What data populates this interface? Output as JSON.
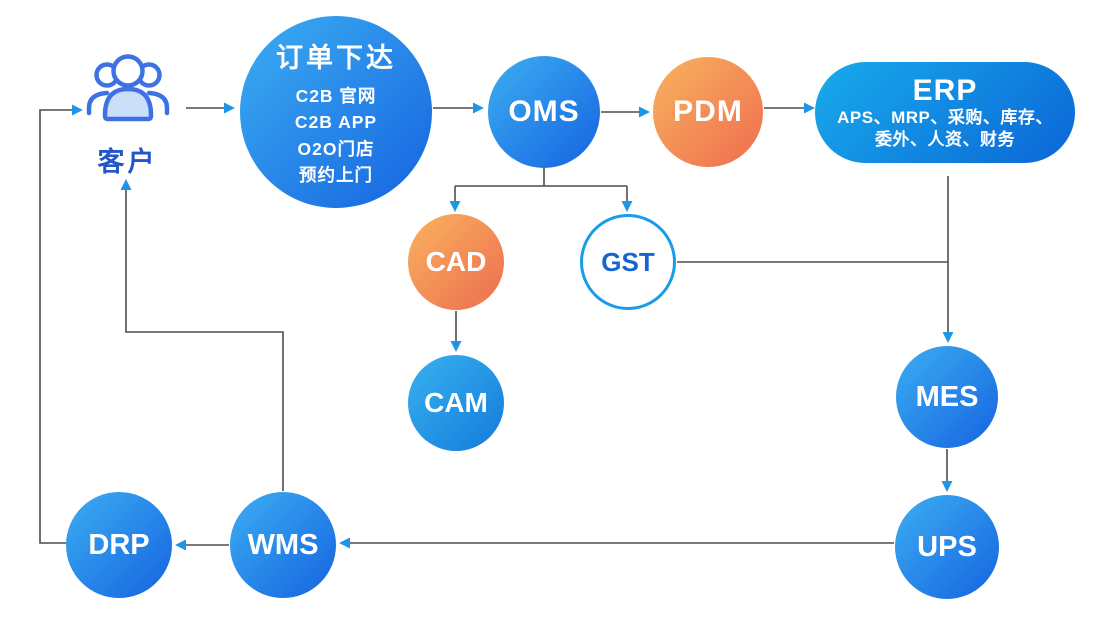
{
  "diagram": {
    "title": "order-to-delivery system flow",
    "nodes": {
      "customer": {
        "label": "客户"
      },
      "order": {
        "title": "订单下达",
        "lines": [
          "C2B 官网",
          "C2B APP",
          "O2O门店",
          "预约上门"
        ]
      },
      "oms": {
        "label": "OMS"
      },
      "pdm": {
        "label": "PDM"
      },
      "erp": {
        "title": "ERP",
        "sub1": "APS、MRP、采购、库存、",
        "sub2": "委外、人资、财务"
      },
      "cad": {
        "label": "CAD"
      },
      "gst": {
        "label": "GST"
      },
      "cam": {
        "label": "CAM"
      },
      "mes": {
        "label": "MES"
      },
      "ups": {
        "label": "UPS"
      },
      "wms": {
        "label": "WMS"
      },
      "drp": {
        "label": "DRP"
      }
    },
    "edges": [
      {
        "from": "customer",
        "to": "order"
      },
      {
        "from": "order",
        "to": "oms"
      },
      {
        "from": "oms",
        "to": "pdm"
      },
      {
        "from": "pdm",
        "to": "erp"
      },
      {
        "from": "oms",
        "to": "cad"
      },
      {
        "from": "oms",
        "to": "gst"
      },
      {
        "from": "cad",
        "to": "cam"
      },
      {
        "from": "erp",
        "to": "mes"
      },
      {
        "from": "gst",
        "to": "mes"
      },
      {
        "from": "mes",
        "to": "ups"
      },
      {
        "from": "ups",
        "to": "wms"
      },
      {
        "from": "wms",
        "to": "drp"
      },
      {
        "from": "wms",
        "to": "customer"
      },
      {
        "from": "drp",
        "to": "customer"
      }
    ],
    "colors": {
      "line": "#4d4d4d",
      "arrowhead": "#1e96e8",
      "blue_gradient_start": "#3caef2",
      "blue_gradient_end": "#1563e0",
      "orange_gradient_start": "#f9b25f",
      "orange_gradient_end": "#ee6d4f",
      "erp_gradient_start": "#18abec",
      "erp_gradient_end": "#0b66d6",
      "gst_border": "#1b9ce8",
      "gst_text": "#1464d2",
      "customer_text": "#2356c8",
      "customer_icon_stroke": "#3e72e4",
      "customer_icon_fill": "#cbdef8",
      "node_text": "#ffffff"
    }
  }
}
